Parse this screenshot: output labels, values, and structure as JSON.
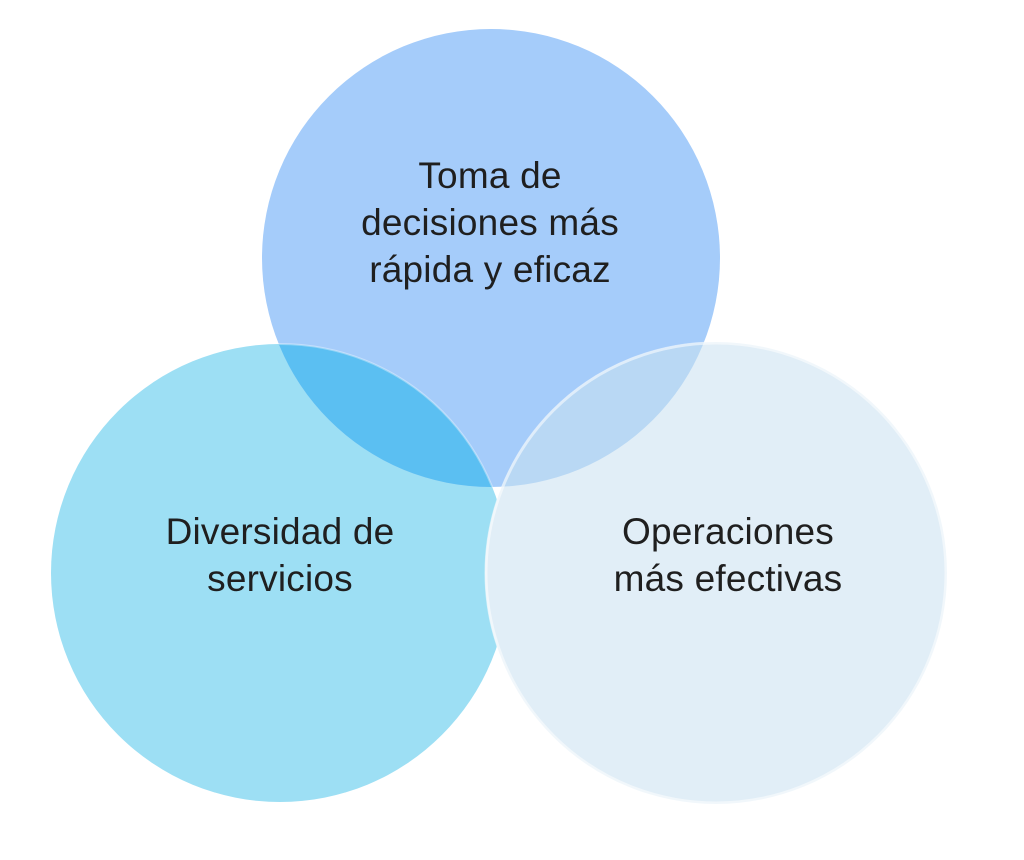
{
  "diagram": {
    "type": "venn",
    "sets": [
      {
        "id": "top",
        "lines": [
          "Toma de",
          "decisiones más",
          "rápida y eficaz"
        ],
        "color": "#a5ccfa"
      },
      {
        "id": "left",
        "lines": [
          "Diversidad de",
          "servicios"
        ],
        "color": "#9ddff4"
      },
      {
        "id": "right",
        "lines": [
          "Operaciones",
          "más efectivas"
        ],
        "color": "#e1eef7"
      }
    ],
    "overlap_colors": {
      "top_left": "#5bbff2",
      "top_right": "#b9d8f4"
    },
    "text_color": "#1f1f1f"
  }
}
